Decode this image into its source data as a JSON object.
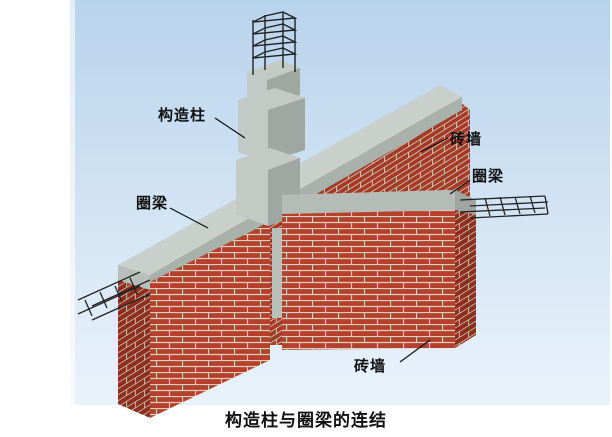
{
  "labels": {
    "column": "构造柱",
    "wall_top": "砖墙",
    "ring_beam_right": "圈梁",
    "ring_beam_left": "圈梁",
    "wall_bottom": "砖墙"
  },
  "caption": "构造柱与圈梁的连结",
  "colors": {
    "sky_top": "#b8d3ec",
    "sky_bottom": "#eaf3fb",
    "brick": "#b5402c",
    "brick_dark": "#8e2e1f",
    "mortar": "#d9cfc0",
    "concrete": "#c3c9c4",
    "concrete_dark": "#9fa7a2",
    "rebar": "#222222"
  }
}
